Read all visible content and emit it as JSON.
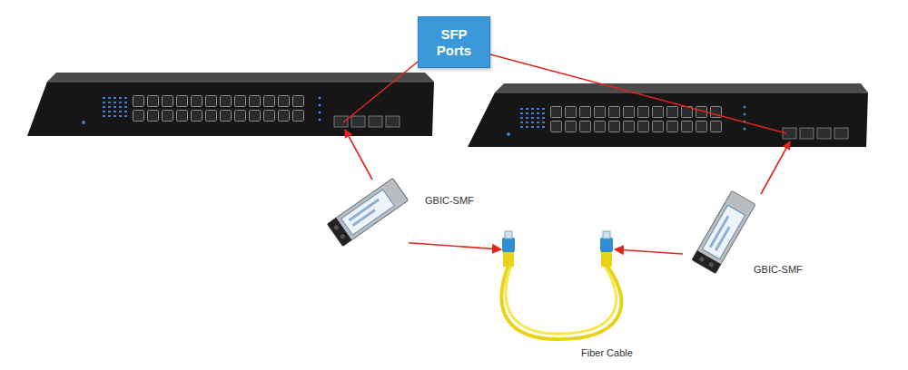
{
  "diagram": {
    "nodes": [
      {
        "text": [
          "SFP Ports"
        ]
      },
      {
        "text": [
          "GBIC-SMF"
        ]
      },
      {
        "text": [
          "GBIC-SMF"
        ]
      },
      {
        "text": [
          "Fiber Cable"
        ]
      }
    ],
    "edges": [
      {
        "from": 1,
        "to": 3,
        "arrow": "to"
      },
      {
        "from": 2,
        "to": 3,
        "arrow": "to"
      }
    ]
  }
}
